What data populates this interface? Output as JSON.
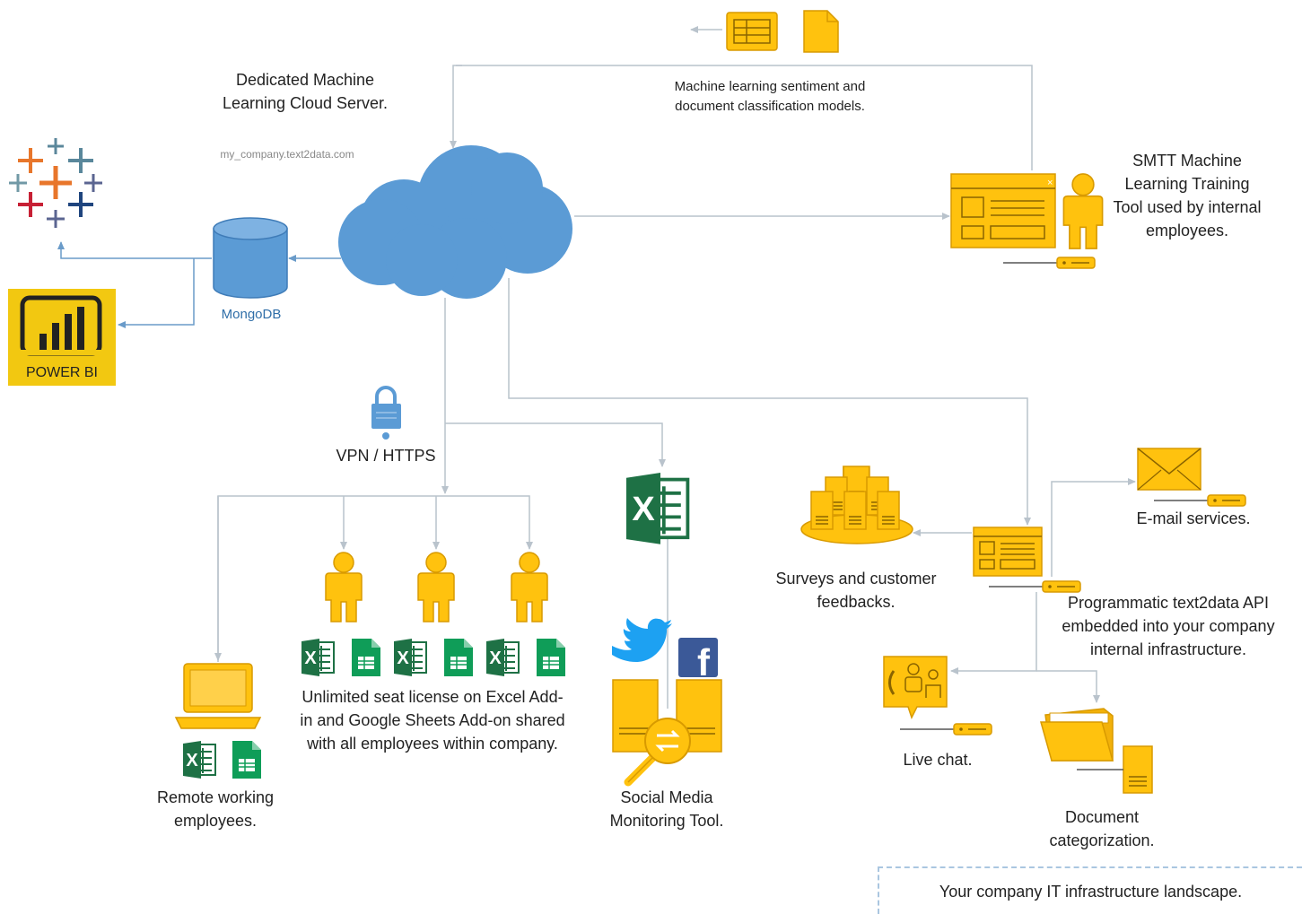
{
  "labels": {
    "cloud_server": "Dedicated Machine Learning Cloud Server.",
    "cloud_url": "my_company.text2data.com",
    "ml_models": "Machine learning sentiment and document classification models.",
    "smtt": "SMTT Machine Learning Training Tool used by internal employees.",
    "mongodb": "MongoDB",
    "powerbi": "POWER BI",
    "vpn": "VPN / HTTPS",
    "remote": "Remote working employees.",
    "unlimited": "Unlimited seat license on Excel Add-in and Google Sheets Add-on shared with all employees within company.",
    "social": "Social Media Monitoring Tool.",
    "surveys": "Surveys and customer feedbacks.",
    "email": "E-mail services.",
    "api": "Programmatic text2data API embedded into your company internal infrastructure.",
    "livechat": "Live chat.",
    "doccat": "Document categorization.",
    "it_landscape": "Your company IT infrastructure landscape."
  },
  "icons": {
    "excel_letter": "X",
    "facebook_letter": "f"
  },
  "colors": {
    "orange": "#FFC20E",
    "orange_dark": "#D89A00",
    "cloud": "#5B9BD5",
    "excel": "#1E7145",
    "sheets": "#0F9D58",
    "twitter": "#1DA1F2",
    "facebook": "#3B5998",
    "powerbi_bg": "#F2C811",
    "line": "#B9C3CC",
    "blue_line": "#6A9BC9"
  }
}
